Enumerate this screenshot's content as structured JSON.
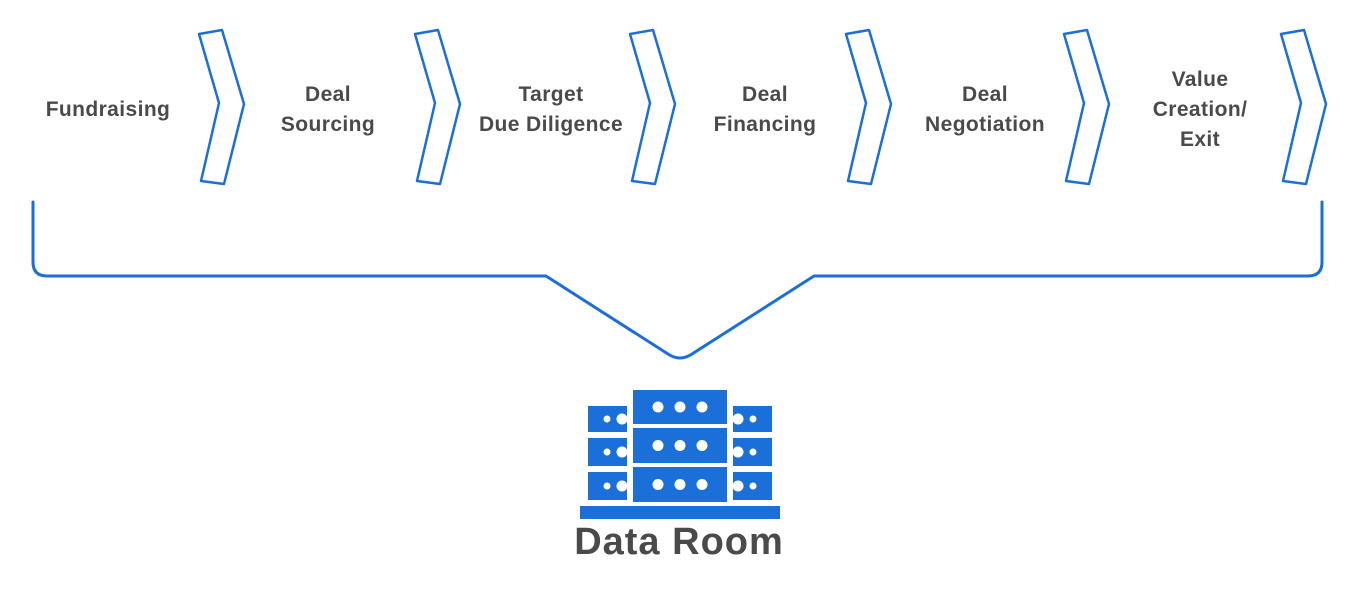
{
  "colors": {
    "accent": "#1B6FD8",
    "text": "#4A4A4A"
  },
  "pipeline": {
    "stages": [
      {
        "label": "Fundraising"
      },
      {
        "label": "Deal\nSourcing"
      },
      {
        "label": "Target\nDue Diligence"
      },
      {
        "label": "Deal\nFinancing"
      },
      {
        "label": "Deal\nNegotiation"
      },
      {
        "label": "Value\nCreation/\nExit"
      }
    ],
    "connector_icon": "chevron-arrow-icon"
  },
  "data_room": {
    "label": "Data Room",
    "icon": "server-stack-icon"
  }
}
